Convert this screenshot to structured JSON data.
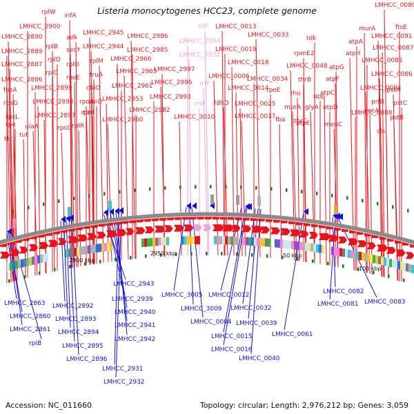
{
  "title": "Listeria monocytogenes HCC23, complete genome",
  "footer": {
    "accession": "Accession: NC_011660",
    "topology": "Topology: circular; Length: 2,976,212 bp; Genes: 3,059"
  },
  "colors": {
    "forward_feature": "#e8141b",
    "reverse_feature": "#1010dd",
    "rna_feature": "#f2a0d8",
    "backbone": "#8a8a8a",
    "tick": "#1a7a1a"
  },
  "scale_ticks": [
    "2900 kbp",
    "2950 kbp",
    "50 kbp",
    "100 kbp"
  ],
  "forward_labels": [
    {
      "text": "rplW",
      "color": "red"
    },
    {
      "text": "infA",
      "color": "red"
    },
    {
      "text": "LMHCC_2890",
      "color": "red"
    },
    {
      "text": "LMHCC_2900",
      "color": "red"
    },
    {
      "text": "adk",
      "color": "red"
    },
    {
      "text": "secY",
      "color": "red"
    },
    {
      "text": "LMHCC_2889",
      "color": "red"
    },
    {
      "text": "rplB",
      "color": "red"
    },
    {
      "text": "LMHCC_2887",
      "color": "red"
    },
    {
      "text": "rplD",
      "color": "red"
    },
    {
      "text": "rplO",
      "color": "red"
    },
    {
      "text": "LMHCC_2886",
      "color": "red"
    },
    {
      "text": "rplC",
      "color": "red"
    },
    {
      "text": "rpsE",
      "color": "red"
    },
    {
      "text": "fusA",
      "color": "red"
    },
    {
      "text": "LMHCC_2899",
      "color": "red"
    },
    {
      "text": "LMHCC_2898",
      "color": "red"
    },
    {
      "text": "rpsG",
      "color": "red"
    },
    {
      "text": "rpsL",
      "color": "red"
    },
    {
      "text": "LMHCC_2897",
      "color": "red"
    },
    {
      "text": "rpsC",
      "color": "red"
    },
    {
      "text": "rpsK",
      "color": "red"
    },
    {
      "text": "rplR",
      "color": "red"
    },
    {
      "text": "ulaA",
      "color": "red"
    },
    {
      "text": "rpe",
      "color": "red"
    },
    {
      "text": "tuf",
      "color": "red"
    },
    {
      "text": "tkt",
      "color": "red"
    },
    {
      "text": "LMHCC_2945",
      "color": "red"
    },
    {
      "text": "LMHCC_2944",
      "color": "red"
    },
    {
      "text": "rplM",
      "color": "red"
    },
    {
      "text": "truA",
      "color": "red"
    },
    {
      "text": "cbiO",
      "color": "red"
    },
    {
      "text": "rpoA",
      "color": "red"
    },
    {
      "text": "cbiO",
      "color": "red"
    },
    {
      "text": "rpsI",
      "color": "red"
    },
    {
      "text": "LMHCC_2986",
      "color": "red"
    },
    {
      "text": "LMHCC_2985",
      "color": "red"
    },
    {
      "text": "LMHCC_2966",
      "color": "red"
    },
    {
      "text": "LMHCC_2965",
      "color": "red"
    },
    {
      "text": "LMHCC_2961",
      "color": "red"
    },
    {
      "text": "LMHCC_2953",
      "color": "red"
    },
    {
      "text": "LMHCC_2960",
      "color": "red"
    },
    {
      "text": "LMHCC_2982",
      "color": "red"
    },
    {
      "text": "LMHCC_2997",
      "color": "red"
    },
    {
      "text": "LMHCC_2996",
      "color": "red"
    },
    {
      "text": "LMHCC_2993",
      "color": "red"
    },
    {
      "text": "LMHCC_3010",
      "color": "red"
    },
    {
      "text": "rrlF",
      "color": "pink"
    },
    {
      "text": "LMHCC_T004",
      "color": "pink"
    },
    {
      "text": "LMHCC_T032",
      "color": "pink"
    },
    {
      "text": "rrfF",
      "color": "pink"
    },
    {
      "text": "rrsF",
      "color": "pink"
    },
    {
      "text": "LMHCC_0013",
      "color": "red"
    },
    {
      "text": "LMHCC_0033",
      "color": "red"
    },
    {
      "text": "LMHCC_0019",
      "color": "red"
    },
    {
      "text": "LMHCC_0018",
      "color": "red"
    },
    {
      "text": "LMHCC_0006",
      "color": "red"
    },
    {
      "text": "LMHCC_0034",
      "color": "red"
    },
    {
      "text": "LMHCC_0014",
      "color": "red"
    },
    {
      "text": "fdhD",
      "color": "red"
    },
    {
      "text": "rpoE",
      "color": "red"
    },
    {
      "text": "LMHCC_0025",
      "color": "red"
    },
    {
      "text": "LMHCC_0017",
      "color": "red"
    },
    {
      "text": "tdk",
      "color": "red"
    },
    {
      "text": "rpmE2",
      "color": "red"
    },
    {
      "text": "LMHCC_0048",
      "color": "red"
    },
    {
      "text": "thrB",
      "color": "red"
    },
    {
      "text": "rho",
      "color": "red"
    },
    {
      "text": "murA",
      "color": "red"
    },
    {
      "text": "thrC",
      "color": "red"
    },
    {
      "text": "fba",
      "color": "red"
    },
    {
      "text": "glyA",
      "color": "red"
    },
    {
      "text": "upp",
      "color": "red"
    },
    {
      "text": "atpE",
      "color": "red"
    },
    {
      "text": "LMHCC_0080",
      "color": "red"
    },
    {
      "text": "ftsE",
      "color": "red"
    },
    {
      "text": "murA",
      "color": "red"
    },
    {
      "text": "LMHCC_0091",
      "color": "red"
    },
    {
      "text": "atpA",
      "color": "red"
    },
    {
      "text": "LMHCC_0087",
      "color": "red"
    },
    {
      "text": "atpH",
      "color": "red"
    },
    {
      "text": "LMHCC_0085",
      "color": "red"
    },
    {
      "text": "atpG",
      "color": "red"
    },
    {
      "text": "LMHCC_0086",
      "color": "red"
    },
    {
      "text": "atpF",
      "color": "red"
    },
    {
      "text": "atpC",
      "color": "red"
    },
    {
      "text": "LMHCC_0084",
      "color": "red"
    },
    {
      "text": "atpD",
      "color": "red"
    },
    {
      "text": "prfB",
      "color": "red"
    },
    {
      "text": "menC",
      "color": "red"
    },
    {
      "text": "LMHCC_0088",
      "color": "red"
    },
    {
      "text": "secA",
      "color": "red"
    },
    {
      "text": "pstA",
      "color": "red"
    },
    {
      "text": "pstC",
      "color": "red"
    },
    {
      "text": "cls",
      "color": "red"
    },
    {
      "text": "pstB",
      "color": "red"
    }
  ],
  "reverse_labels": [
    "LMHCC_2863",
    "LMHCC_2860",
    "LMHCC_2861",
    "rpiB",
    "LMHCC_2892",
    "LMHCC_2893",
    "LMHCC_2894",
    "LMHCC_2895",
    "LMHCC_2896",
    "LMHCC_2943",
    "LMHCC_2939",
    "LMHCC_2940",
    "LMHCC_2941",
    "LMHCC_2942",
    "LMHCC_2931",
    "LMHCC_2932",
    "LMHCC_3005",
    "LMHCC_3009",
    "LMHCC_0004",
    "LMHCC_0012",
    "LMHCC_0015",
    "LMHCC_0016",
    "LMHCC_0032",
    "LMHCC_0039",
    "LMHCC_0040",
    "LMHCC_0061",
    "LMHCC_0082",
    "LMHCC_0081",
    "LMHCC_0083"
  ]
}
